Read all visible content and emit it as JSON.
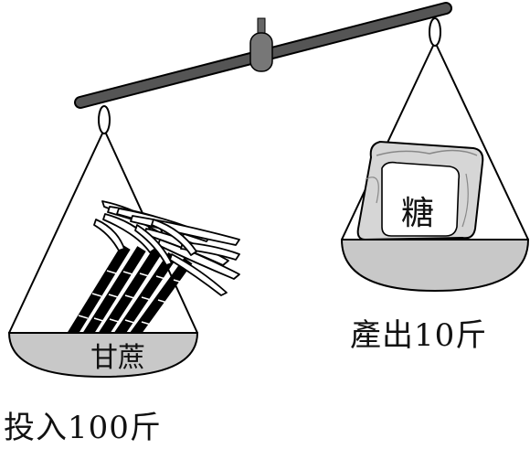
{
  "left_pan": {
    "item_label": "甘蔗",
    "caption": "投入100斤"
  },
  "right_pan": {
    "item_label": "糖",
    "caption": "產出10斤"
  },
  "colors": {
    "beam": "#555555",
    "pan_fill": "#c8c8c8",
    "bag_fill": "#d6d6d6",
    "cane": "#111111",
    "stroke": "#000000"
  }
}
